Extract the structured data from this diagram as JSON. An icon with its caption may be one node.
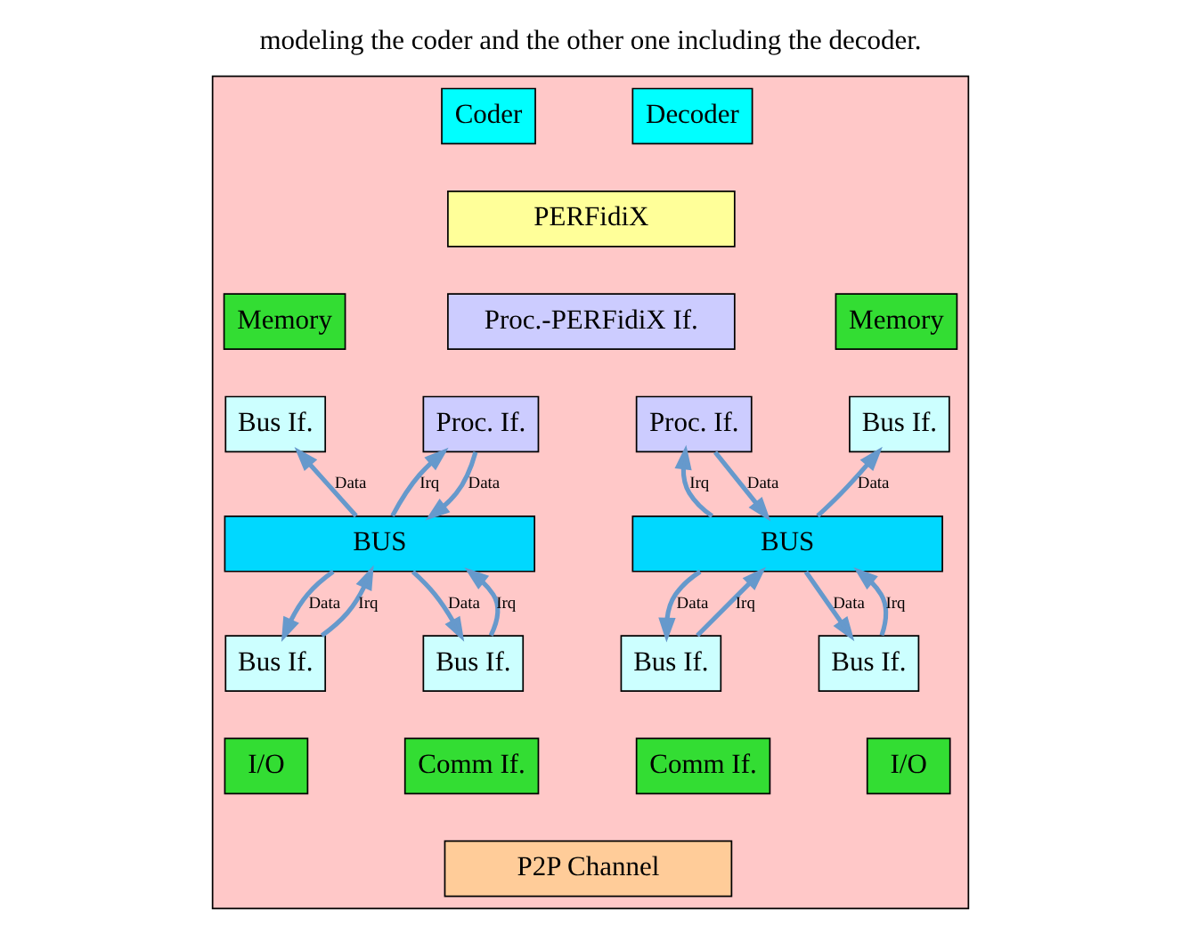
{
  "diagram": {
    "title": "modeling the coder and the other one including the decoder.",
    "nodes": [
      {
        "text": [],
        "shape": "box"
      },
      {
        "text": [
          "Coder"
        ],
        "in": 0
      },
      {
        "text": [
          "Decoder"
        ],
        "in": 0
      },
      {
        "text": [
          "PERFidiX"
        ],
        "in": 0
      },
      {
        "text": [
          "Memory"
        ],
        "in": 0
      },
      {
        "text": [
          "Bus If."
        ],
        "in": 0
      },
      {
        "text": [
          "Proc.-PERFidiX If."
        ],
        "in": 0
      },
      {
        "text": [
          "Proc. If."
        ],
        "in": 0
      },
      {
        "text": [
          "Proc. If."
        ],
        "in": 0
      },
      {
        "text": [
          "Memory"
        ],
        "in": 0
      },
      {
        "text": [
          "Bus If."
        ],
        "in": 0
      },
      {
        "text": [
          "BUS"
        ],
        "in": 0
      },
      {
        "text": [
          "BUS"
        ],
        "in": 0
      },
      {
        "text": [
          "Bus If."
        ],
        "in": 0
      },
      {
        "text": [
          "I/O"
        ],
        "in": 0
      },
      {
        "text": [
          "Bus If."
        ],
        "in": 0
      },
      {
        "text": [
          "Comm If."
        ],
        "in": 0
      },
      {
        "text": [
          "Bus If."
        ],
        "in": 0
      },
      {
        "text": [
          "Comm If."
        ],
        "in": 0
      },
      {
        "text": [
          "Bus If."
        ],
        "in": 0
      },
      {
        "text": [
          "I/O"
        ],
        "in": 0
      },
      {
        "text": [
          "P2P Channel"
        ],
        "in": 0
      }
    ],
    "edges": [
      {
        "from": 11,
        "to": 5,
        "arrow": "to",
        "label": "Data"
      },
      {
        "from": 7,
        "to": 11,
        "arrow": "to",
        "label": "Data"
      },
      {
        "from": 11,
        "to": 7,
        "arrow": "to",
        "label": "Irq"
      },
      {
        "from": 12,
        "to": 8,
        "arrow": "to",
        "label": "Irq"
      },
      {
        "from": 8,
        "to": 12,
        "arrow": "to",
        "label": "Data"
      },
      {
        "from": 12,
        "to": 10,
        "arrow": "to",
        "label": "Data"
      },
      {
        "from": 11,
        "to": 13,
        "arrow": "to",
        "label": "Data"
      },
      {
        "from": 13,
        "to": 11,
        "arrow": "to",
        "label": "Irq"
      },
      {
        "from": 11,
        "to": 15,
        "arrow": "to",
        "label": "Data"
      },
      {
        "from": 15,
        "to": 11,
        "arrow": "to",
        "label": "Irq"
      },
      {
        "from": 17,
        "to": 12,
        "arrow": "to",
        "label": "Irq"
      },
      {
        "from": 12,
        "to": 17,
        "arrow": "to",
        "label": "Data"
      },
      {
        "from": 19,
        "to": 12,
        "arrow": "to",
        "label": "Irq"
      },
      {
        "from": 12,
        "to": 19,
        "arrow": "to",
        "label": "Data"
      }
    ]
  }
}
